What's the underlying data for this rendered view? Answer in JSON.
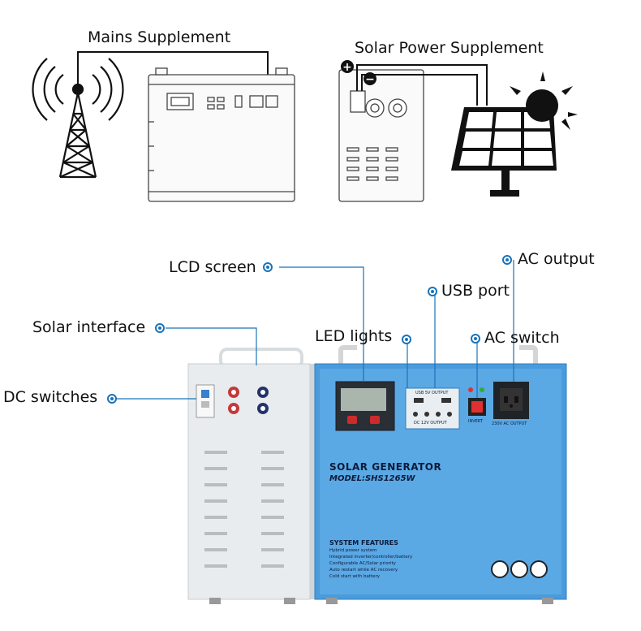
{
  "top": {
    "mains_label": "Mains Supplement",
    "solar_label": "Solar Power Supplement",
    "plus_symbol": "+",
    "minus_symbol": "−"
  },
  "callouts": {
    "lcd_screen": "LCD screen",
    "ac_output": "AC output",
    "usb_port": "USB port",
    "solar_interface": "Solar interface",
    "led_lights": "LED lights",
    "ac_switch": "AC switch",
    "dc_switches": "DC switches"
  },
  "generator": {
    "brand": "SOLAR GENERATOR",
    "model": "MODEL:SHS1265W",
    "usb_output_label": "USB 5V OUTPUT",
    "dc_output_label": "DC 12V OUTPUT",
    "invert_label": "INVERT",
    "ac_output_label": "230V AC OUTPUT",
    "features_title": "SYSTEM FEATURES",
    "features": [
      "Hybrid power system",
      "Integrated inverter/controller/battery",
      "Configurable AC/Solar priority",
      "Auto restart while AC recovery",
      "Cold start with battery"
    ]
  },
  "colors": {
    "panel_blue": "#4a9bdc",
    "panel_light_blue": "#6fb3e8",
    "callout_line": "#1a73b8",
    "cabinet": "#eef0f0"
  }
}
